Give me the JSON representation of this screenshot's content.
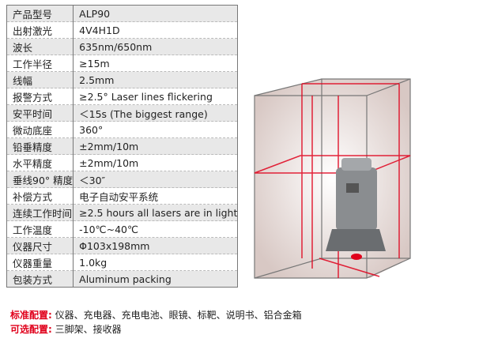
{
  "specs": [
    {
      "k": "产品型号",
      "v": "ALP90"
    },
    {
      "k": "出射激光",
      "v": "4V4H1D"
    },
    {
      "k": "波长",
      "v": "635nm/650nm"
    },
    {
      "k": "工作半径",
      "v": "≥15m"
    },
    {
      "k": "线幅",
      "v": "2.5mm"
    },
    {
      "k": "报警方式",
      "v": "≥2.5°  Laser lines flickering"
    },
    {
      "k": "安平时间",
      "v": "＜15s (The biggest range)"
    },
    {
      "k": "微动底座",
      "v": "360°"
    },
    {
      "k": "铅垂精度",
      "v": "±2mm/10m"
    },
    {
      "k": "水平精度",
      "v": "±2mm/10m"
    },
    {
      "k": "垂线90° 精度",
      "v": "＜30″"
    },
    {
      "k": "补偿方式",
      "v": "电子自动安平系统"
    },
    {
      "k": "连续工作时间",
      "v": "≥2.5 hours all lasers are in light"
    },
    {
      "k": "工作温度",
      "v": "-10℃~40℃"
    },
    {
      "k": "仪器尺寸",
      "v": "Φ103x198mm"
    },
    {
      "k": "仪器重量",
      "v": "1.0kg"
    },
    {
      "k": "包装方式",
      "v": "Aluminum packing"
    }
  ],
  "config": {
    "standard_label": "标准配置:",
    "standard": " 仪器、充电器、充电电池、眼镜、标靶、说明书、铝合金箱",
    "optional_label": "可选配置:",
    "optional": " 三脚架、接收器"
  },
  "colors": {
    "accent": "#e0001b"
  }
}
